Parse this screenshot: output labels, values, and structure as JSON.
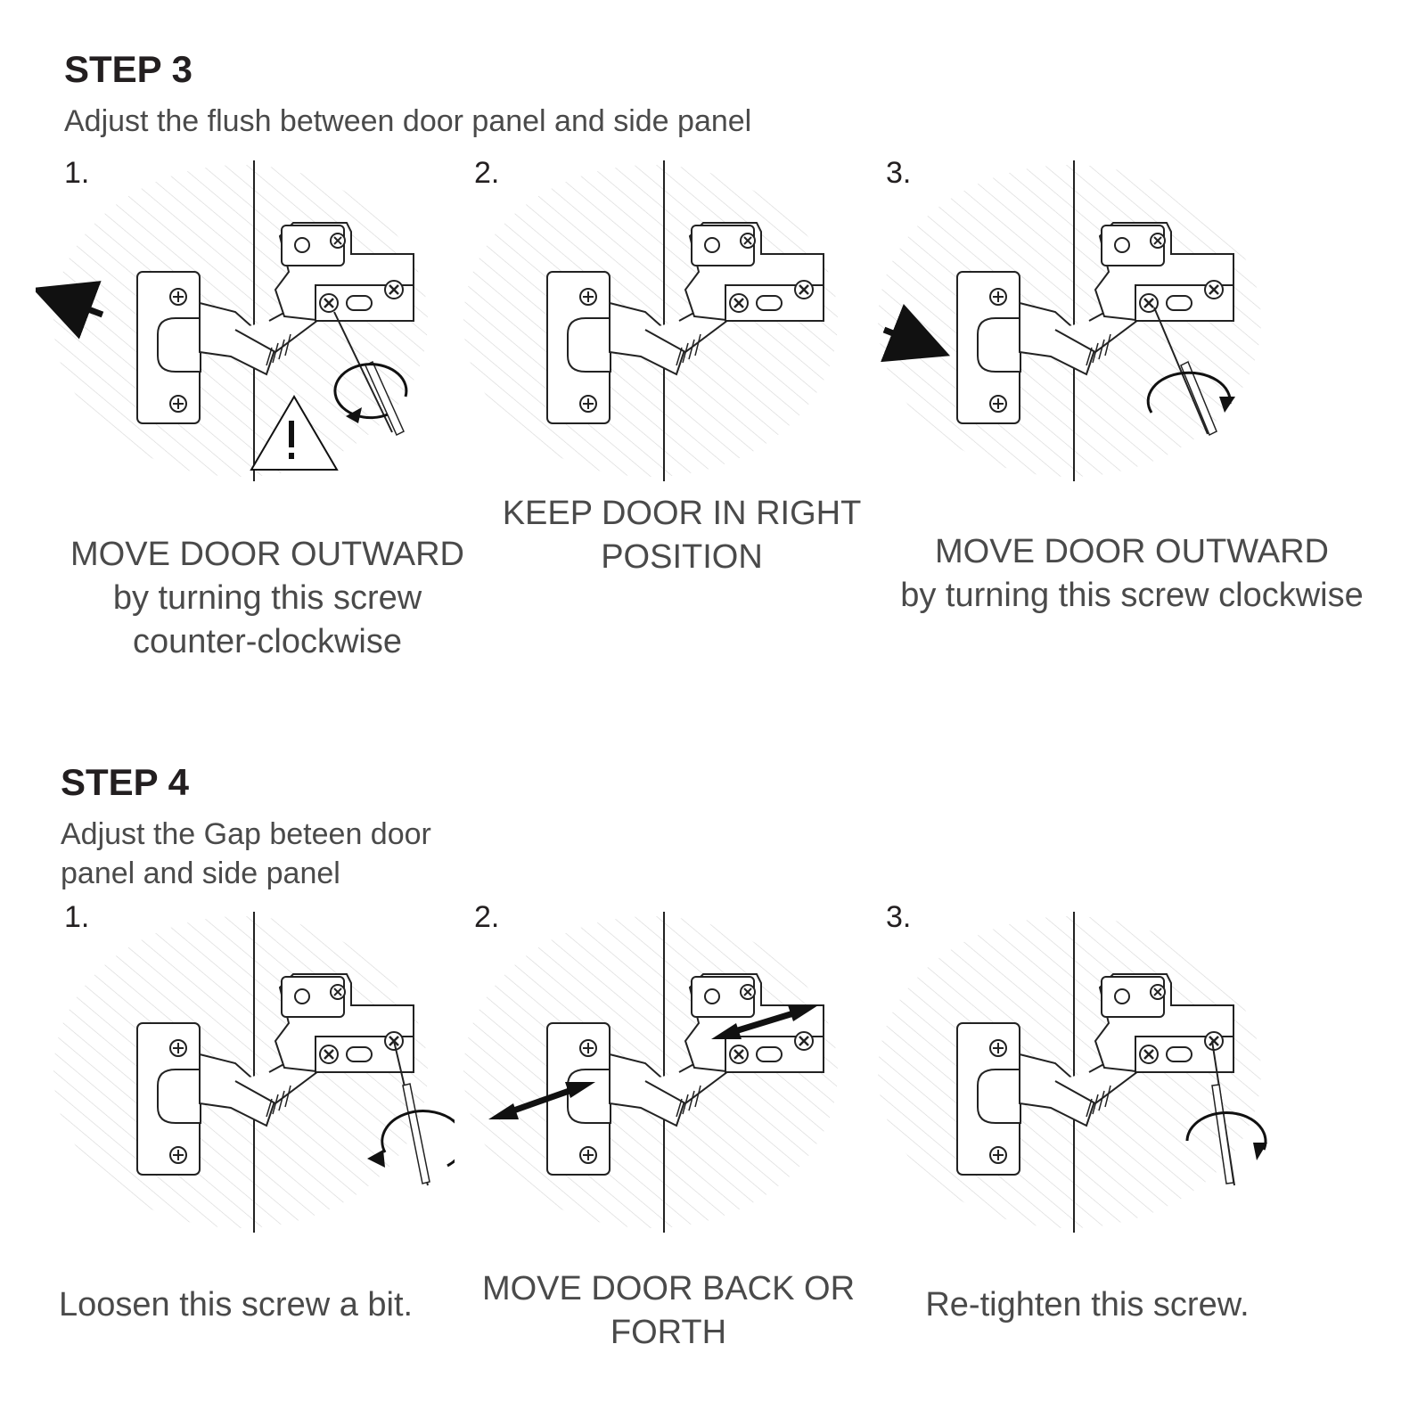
{
  "step3": {
    "title": "STEP 3",
    "subtitle": "Adjust  the flush between door panel and side panel",
    "panels": [
      {
        "number": "1.",
        "caption": [
          "MOVE DOOR OUTWARD",
          "by turning this screw",
          "counter-clockwise"
        ]
      },
      {
        "number": "2.",
        "caption": [
          "KEEP DOOR IN RIGHT",
          "POSITION"
        ]
      },
      {
        "number": "3.",
        "caption": [
          "MOVE DOOR OUTWARD",
          "by turning this screw clockwise"
        ]
      }
    ]
  },
  "step4": {
    "title": "STEP 4",
    "subtitle": [
      "Adjust  the Gap beteen door",
      "panel and side panel"
    ],
    "panels": [
      {
        "number": "1.",
        "caption": [
          "Loosen this screw a bit."
        ]
      },
      {
        "number": "2.",
        "caption": [
          "MOVE DOOR BACK OR",
          "FORTH"
        ]
      },
      {
        "number": "3.",
        "caption": [
          "Re-tighten this screw."
        ]
      }
    ]
  },
  "icons": {
    "warning": "warning-triangle-icon",
    "screwdriver": "screwdriver-icon",
    "rotate": "rotate-arrow-icon"
  }
}
